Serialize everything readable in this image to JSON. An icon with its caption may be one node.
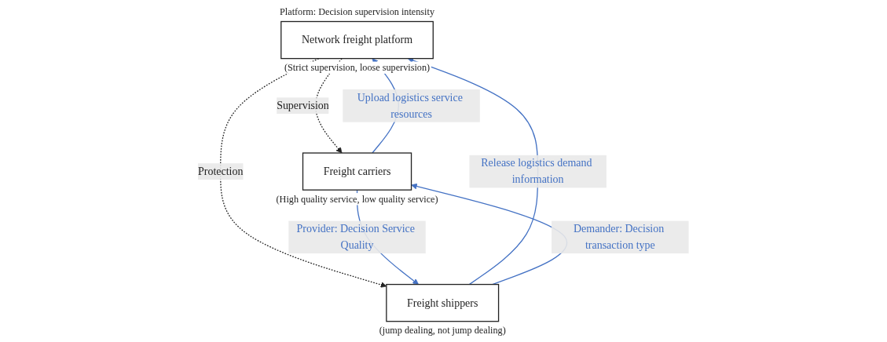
{
  "diagram": {
    "nodes": [
      {
        "text": [
          "Network freight platform"
        ],
        "beside": [
          "Platform: Decision supervision intensity",
          "(Strict supervision, loose supervision)"
        ]
      },
      {
        "text": [
          "Freight carriers"
        ],
        "beside": [
          "(High quality service, low quality service)"
        ]
      },
      {
        "text": [
          "Freight shippers"
        ],
        "beside": [
          "(jump dealing, not jump dealing)"
        ]
      }
    ],
    "edges": [
      {
        "from": 1,
        "to": 0,
        "arrow": "to",
        "label": "Upload logistics service resources"
      },
      {
        "from": 0,
        "to": 1,
        "arrow": "to",
        "label": "Supervision",
        "style": "dashed",
        "color": "#222222"
      },
      {
        "from": 0,
        "to": 2,
        "arrow": "to",
        "label": "Protection",
        "style": "dashed",
        "color": "#222222"
      },
      {
        "from": 2,
        "to": 0,
        "arrow": "to",
        "label": "Release logistics demand information"
      },
      {
        "from": 2,
        "to": 1,
        "arrow": "to",
        "label": "Demander: Decision transaction type"
      },
      {
        "from": 1,
        "to": 2,
        "arrow": "to",
        "label": "Provider: Decision Service Quality"
      }
    ]
  }
}
